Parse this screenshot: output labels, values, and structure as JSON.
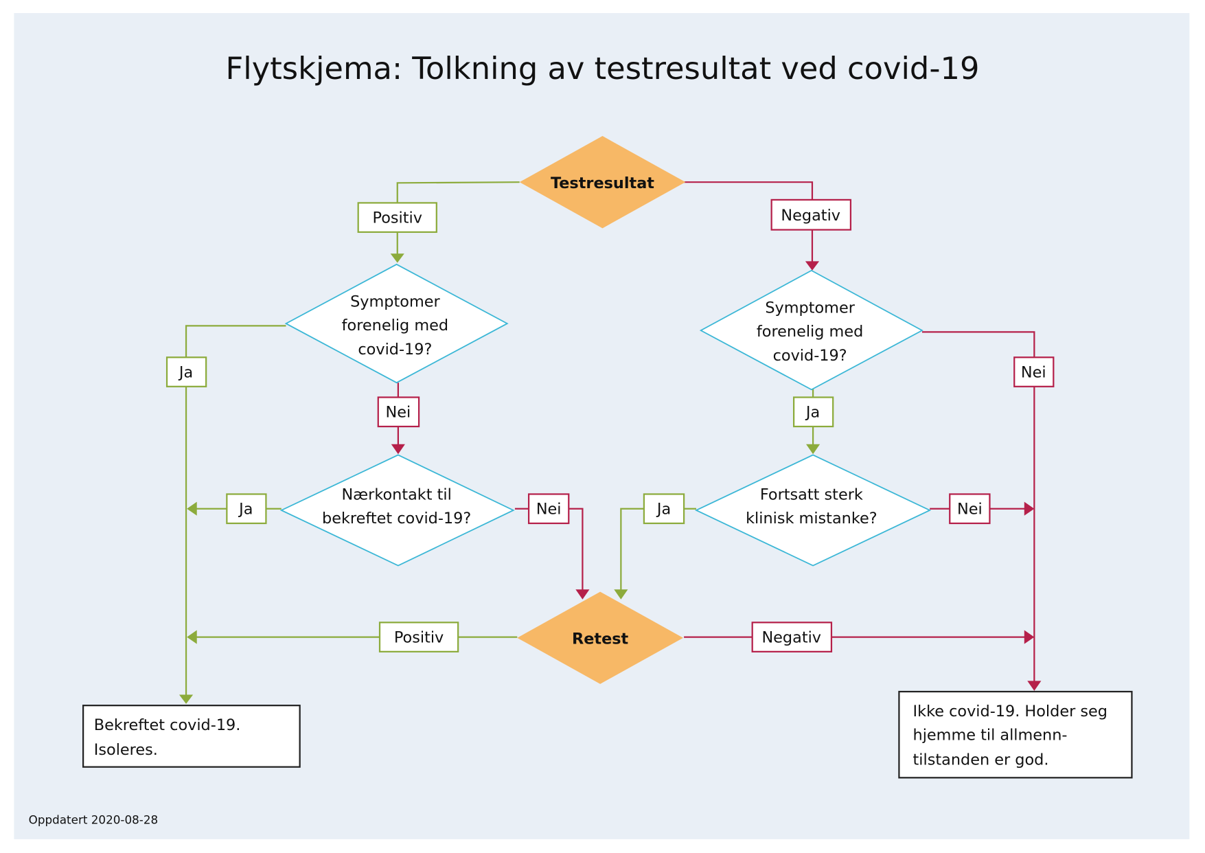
{
  "title": "Flytskjema: Tolkning av testresultat ved covid-19",
  "nodes": {
    "testresultat": "Testresultat",
    "symptomer_left": [
      "Symptomer",
      "forenelig med",
      "covid-19?"
    ],
    "naerkontakt": [
      "Nærkontakt til",
      "bekreftet covid-19?"
    ],
    "symptomer_right": [
      "Symptomer",
      "forenelig med",
      "covid-19?"
    ],
    "fortsatt": [
      "Fortsatt sterk",
      "klinisk mistanke?"
    ],
    "retest": "Retest",
    "bekreftet": [
      "Bekreftet covid-19.",
      "Isoleres."
    ],
    "ikke": [
      "Ikke covid-19. Holder seg",
      "hjemme til allmenn-",
      "tilstanden er god."
    ]
  },
  "labels": {
    "positiv_top": "Positiv",
    "negativ_top": "Negativ",
    "ja_left": "Ja",
    "nei_left": "Nei",
    "ja_naer": "Ja",
    "nei_naer": "Nei",
    "nei_right": "Nei",
    "ja_right": "Ja",
    "ja_fortsatt": "Ja",
    "nei_fortsatt": "Nei",
    "positiv_retest": "Positiv",
    "negativ_retest": "Negativ"
  },
  "footer": "Oppdatert 2020-08-28",
  "colors": {
    "background": "#e9eff6",
    "positive": "#8cab3c",
    "negative": "#b5204a",
    "question": "#3bb7d6",
    "test": "#f7b866"
  }
}
